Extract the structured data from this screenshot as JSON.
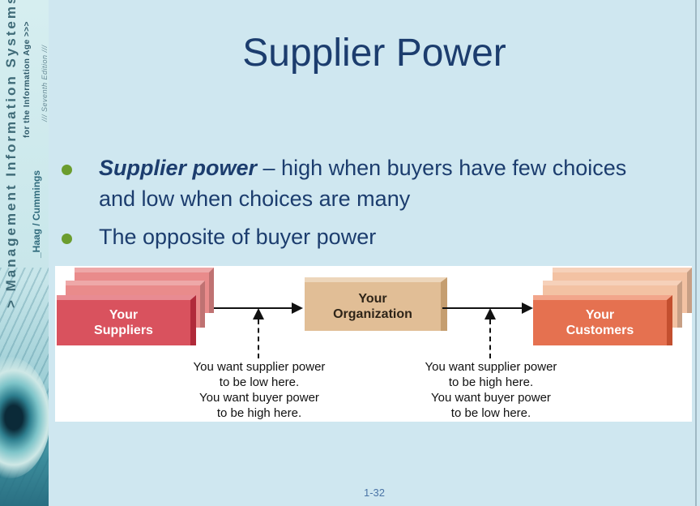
{
  "sidebar": {
    "series_title": "> Management Information Systems",
    "subtitle": "for the Information Age >>>",
    "authors": "_Haag / Cummings",
    "edition": "/// Seventh Edition ///"
  },
  "slide": {
    "title": "Supplier Power",
    "bullets": [
      {
        "term": "Supplier power",
        "text": " – high when buyers have few choices and low when choices are many"
      },
      {
        "term": "",
        "text": "The opposite of buyer power"
      }
    ],
    "page_number": "1-32"
  },
  "figure": {
    "suppliers_label": "Your Suppliers",
    "organization_label": "Your Organization",
    "customers_label": "Your Customers",
    "left_caption": [
      "You want supplier power",
      "to be low here.",
      "You want buyer power",
      "to be high here."
    ],
    "right_caption": [
      "You want supplier power",
      "to be high here.",
      "You want buyer power",
      "to be low here."
    ],
    "colors": {
      "suppliers": "#d9525e",
      "organization": "#e1be96",
      "customers": "#e57150",
      "title": "#1c3d6e",
      "bullet": "#6b9d2e"
    }
  }
}
